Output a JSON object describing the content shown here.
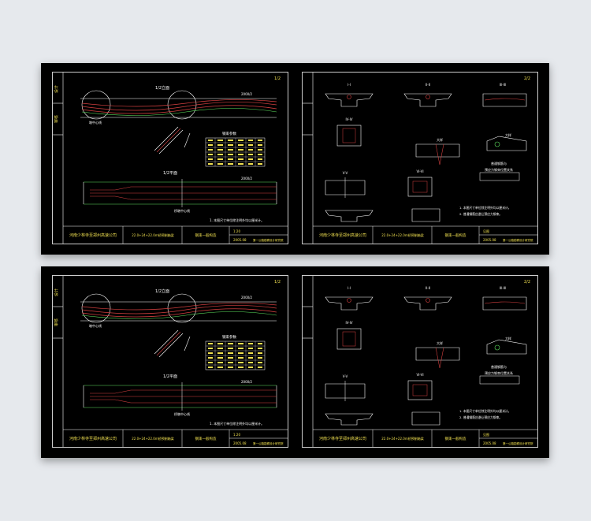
{
  "sheets": [
    {
      "id": "top",
      "left": {
        "page_mark": "1/2",
        "view_title": "1/2立面",
        "section_title": "1/2平面",
        "table_title": "钢束参数",
        "note": "1. 本图尺寸单位除注明外均以厘米计。",
        "company": "河南少林寺至郑州高速公司",
        "drawing_title": "22.0+24+22.0m桥预制箱梁",
        "drawing_type": "钢束一般构造",
        "scale": "1:20",
        "date": "2005.08",
        "design_unit": "第一公路勘察设计研究院",
        "dim_top": "2000/2",
        "dim_bottom": "2000/2",
        "label_center": "墩中心线",
        "label_axis": "桥墩中心线"
      },
      "right": {
        "page_mark": "2/2",
        "views": [
          "I-I",
          "II-II",
          "III-III",
          "IV-IV",
          "V-V",
          "VI-VI",
          "大样",
          "大样"
        ],
        "note_title": "普通钢筋与",
        "note_body": "预应力钢束位置关系",
        "notes": [
          "1. 本图尺寸单位除注明外均以厘米计。",
          "2. 普通钢筋应避让预应力钢束。"
        ],
        "company": "河南少林寺至郑州高速公司",
        "drawing_title": "22.0+24+22.0m桥预制箱梁",
        "drawing_type": "钢束一般构造",
        "scale": "见图",
        "date": "2005.08",
        "design_unit": "第一公路勘察设计研究院"
      }
    },
    {
      "id": "bottom",
      "left": {
        "page_mark": "1/2",
        "view_title": "1/2立面",
        "section_title": "1/2平面",
        "table_title": "钢束参数",
        "note": "1. 本图尺寸单位除注明外均以厘米计。",
        "company": "河南少林寺至郑州高速公司",
        "drawing_title": "22.0+24+22.0m桥预制箱梁",
        "drawing_type": "钢束一般构造",
        "scale": "1:20",
        "date": "2005.08",
        "design_unit": "第一公路勘察设计研究院",
        "dim_top": "2000/2",
        "dim_bottom": "2000/2",
        "label_center": "墩中心线",
        "label_axis": "桥墩中心线"
      },
      "right": {
        "page_mark": "2/2",
        "views": [
          "I-I",
          "II-II",
          "III-III",
          "IV-IV",
          "V-V",
          "VI-VI",
          "大样",
          "大样"
        ],
        "note_title": "普通钢筋与",
        "note_body": "预应力钢束位置关系",
        "notes": [
          "1. 本图尺寸单位除注明外均以厘米计。",
          "2. 普通钢筋应避让预应力钢束。"
        ],
        "company": "河南少林寺至郑州高速公司",
        "drawing_title": "22.0+24+22.0m桥预制箱梁",
        "drawing_type": "钢束一般构造",
        "scale": "见图",
        "date": "2005.08",
        "design_unit": "第一公路勘察设计研究院"
      }
    }
  ],
  "colors": {
    "background": "#e6e9ed",
    "sheet": "#000000",
    "frame": "#ffffff",
    "line": "#ffffff",
    "green": "#5ee05e",
    "red": "#d64040",
    "yellow": "#f0e050",
    "cyan": "#40d8e0",
    "magenta": "#d040d0"
  }
}
